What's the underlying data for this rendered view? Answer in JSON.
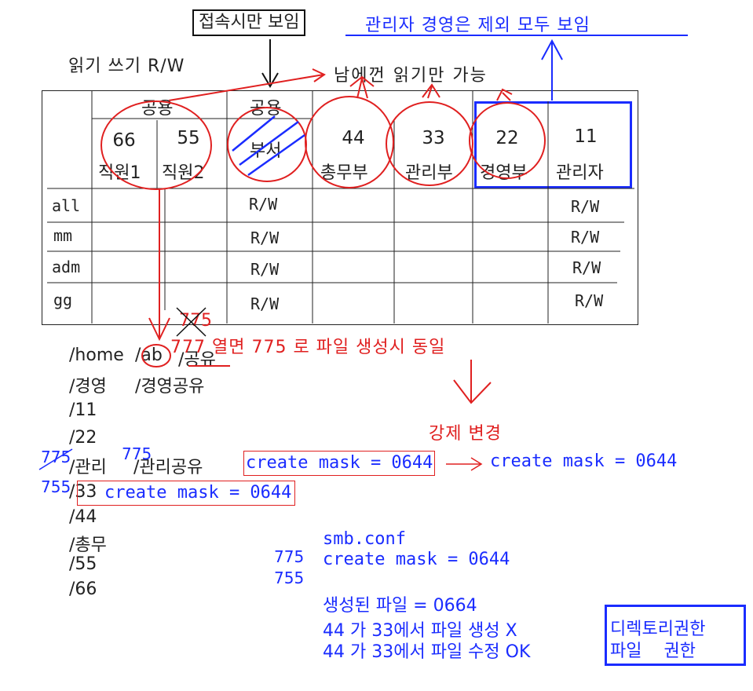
{
  "header": {
    "visible_on_connect": "접속시만 보임",
    "visible_except_mgmt": "관리자 경영은 제외 모두 보임",
    "rw_label": "읽기 쓰기 R/W",
    "others_readonly": "남에껀 읽기만 가능"
  },
  "table": {
    "shared_label_left": "공용",
    "shared_label_mid": "공용",
    "columns": [
      {
        "num": "66",
        "name": "직원1"
      },
      {
        "num": "55",
        "name": "직원2"
      },
      {
        "num": "",
        "name": "부서"
      },
      {
        "num": "44",
        "name": "총무부"
      },
      {
        "num": "33",
        "name": "관리부"
      },
      {
        "num": "22",
        "name": "경영부"
      },
      {
        "num": "11",
        "name": "관리자"
      }
    ],
    "rows": [
      {
        "label": "all",
        "dept": "R/W",
        "admin": "R/W"
      },
      {
        "label": "mm",
        "dept": "R/W",
        "admin": "R/W"
      },
      {
        "label": "adm",
        "dept": "R/W",
        "admin": "R/W"
      },
      {
        "label": "gg",
        "dept": "R/W",
        "admin": "R/W"
      }
    ]
  },
  "notes": {
    "crossed_775": "775",
    "note_777": "777 열면 775 로 파일 생성시 동일",
    "forced_change": "강제 변경",
    "side_775a": "775",
    "side_775b": "775",
    "side_755": "755",
    "mask_line1": "create mask = 0644",
    "mask_line2": "create mask = 0644",
    "mask_target": "create mask = 0644",
    "smb_title": "smb.conf",
    "smb_mask": "create mask = 0644",
    "smb_775": "775",
    "smb_755": "755",
    "created_file": "생성된 파일 = 0664",
    "line_create": "44 가 33에서 파일 생성 X",
    "line_modify": "44 가 33에서 파일 수정 OK",
    "dir_perm": "디렉토리권한",
    "file_perm": "파일    권한"
  },
  "paths": {
    "home": "/home",
    "ab": "/ab",
    "share": "/공유",
    "mgmt": "/경영",
    "mgmt_share": "/경영공유",
    "p11": "/11",
    "p22": "/22",
    "admin": "/관리",
    "admin_share": "/관리공유",
    "p33": "/33",
    "p44": "/44",
    "general": "/총무",
    "p55": "/55",
    "p66": "/66"
  },
  "colors": {
    "annotation_red": "#e02020",
    "annotation_blue": "#1a2cff",
    "ink": "#222222"
  }
}
